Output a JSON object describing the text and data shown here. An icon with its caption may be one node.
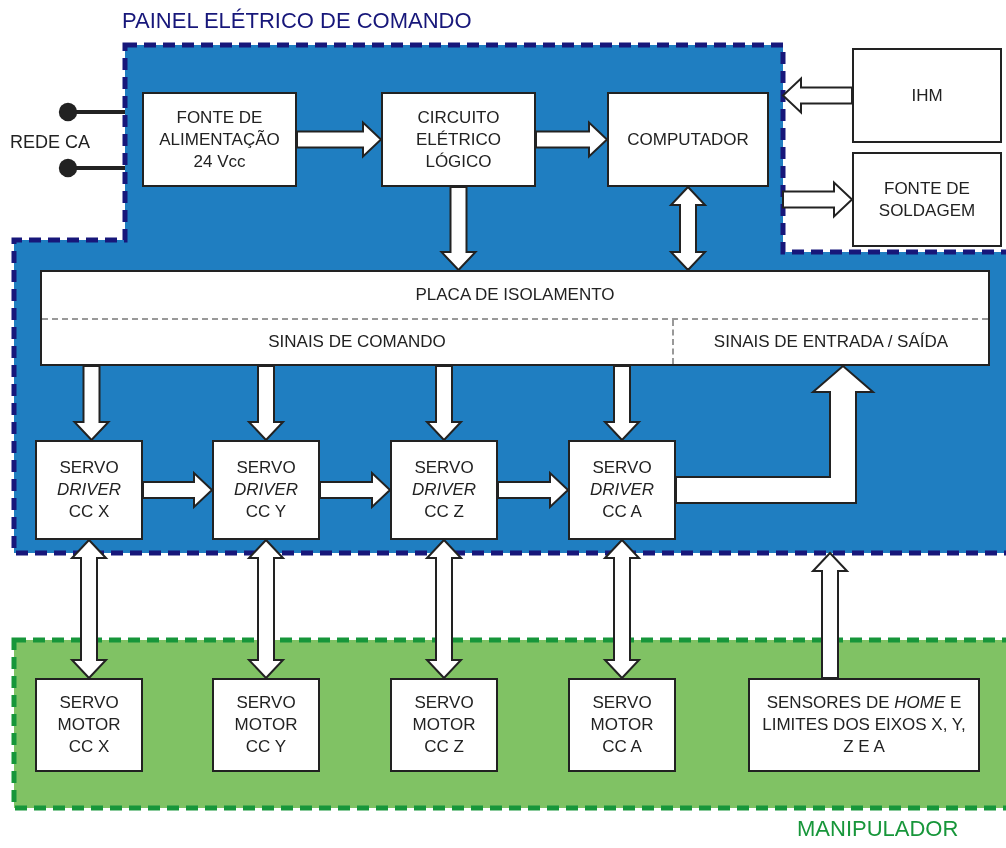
{
  "diagram": {
    "nodes": [
      {
        "text": [
          "PAINEL ELÉTRICO DE COMANDO"
        ]
      },
      {
        "text": [
          "FONTE DE ALIMENTAÇÃO 24 Vcc"
        ],
        "in": 0
      },
      {
        "text": [
          "CIRCUITO ELÉTRICO LÓGICO"
        ],
        "in": 0
      },
      {
        "text": [
          "COMPUTADOR"
        ],
        "in": 0
      },
      {
        "text": [
          "PLACA DE ISOLAMENTO",
          "SINAIS DE COMANDO",
          "SINAIS DE ENTRADA / SAÍDA"
        ],
        "in": 0
      },
      {
        "text": [
          "SERVO *DRIVER* CC X"
        ],
        "in": 0
      },
      {
        "text": [
          "SERVO *DRIVER* CC Y"
        ],
        "in": 0
      },
      {
        "text": [
          "SERVO *DRIVER* CC Z"
        ],
        "in": 0
      },
      {
        "text": [
          "SERVO *DRIVER* CC A"
        ],
        "in": 0
      },
      {
        "text": [
          "IHM"
        ]
      },
      {
        "text": [
          "FONTE DE SOLDAGEM"
        ]
      },
      {
        "text": [
          "MANIPULADOR"
        ]
      },
      {
        "text": [
          "SERVO MOTOR CC X"
        ],
        "in": 11
      },
      {
        "text": [
          "SERVO MOTOR CC Y"
        ],
        "in": 11
      },
      {
        "text": [
          "SERVO MOTOR CC Z"
        ],
        "in": 11
      },
      {
        "text": [
          "SERVO MOTOR CC A"
        ],
        "in": 11
      },
      {
        "text": [
          "SENSORES DE *HOME* E LIMITES DOS EIXOS X, Y, Z E A"
        ],
        "in": 11
      },
      {
        "text": [
          "REDE CA"
        ]
      }
    ],
    "edges": [
      {
        "from": 17,
        "to": 0,
        "arrow": "other"
      },
      {
        "from": 17,
        "to": 0,
        "arrow": "other"
      },
      {
        "from": 1,
        "to": 2,
        "arrow": "to"
      },
      {
        "from": 2,
        "to": 3,
        "arrow": "to"
      },
      {
        "from": 9,
        "to": 0,
        "arrow": "to"
      },
      {
        "from": 0,
        "to": 10,
        "arrow": "to"
      },
      {
        "from": 2,
        "to": 4,
        "arrow": "to"
      },
      {
        "from": 3,
        "to": 4,
        "arrow": "both"
      },
      {
        "from": 4,
        "to": 5,
        "arrow": "to"
      },
      {
        "from": 4,
        "to": 6,
        "arrow": "to"
      },
      {
        "from": 4,
        "to": 7,
        "arrow": "to"
      },
      {
        "from": 4,
        "to": 8,
        "arrow": "to"
      },
      {
        "from": 5,
        "to": 6,
        "arrow": "to"
      },
      {
        "from": 6,
        "to": 7,
        "arrow": "to"
      },
      {
        "from": 7,
        "to": 8,
        "arrow": "to"
      },
      {
        "from": 8,
        "to": 4,
        "arrow": "to",
        "style": "thick"
      },
      {
        "from": 5,
        "to": 12,
        "arrow": "both"
      },
      {
        "from": 6,
        "to": 13,
        "arrow": "both"
      },
      {
        "from": 7,
        "to": 14,
        "arrow": "both"
      },
      {
        "from": 8,
        "to": 15,
        "arrow": "both"
      },
      {
        "from": 16,
        "to": 0,
        "arrow": "to"
      }
    ]
  }
}
